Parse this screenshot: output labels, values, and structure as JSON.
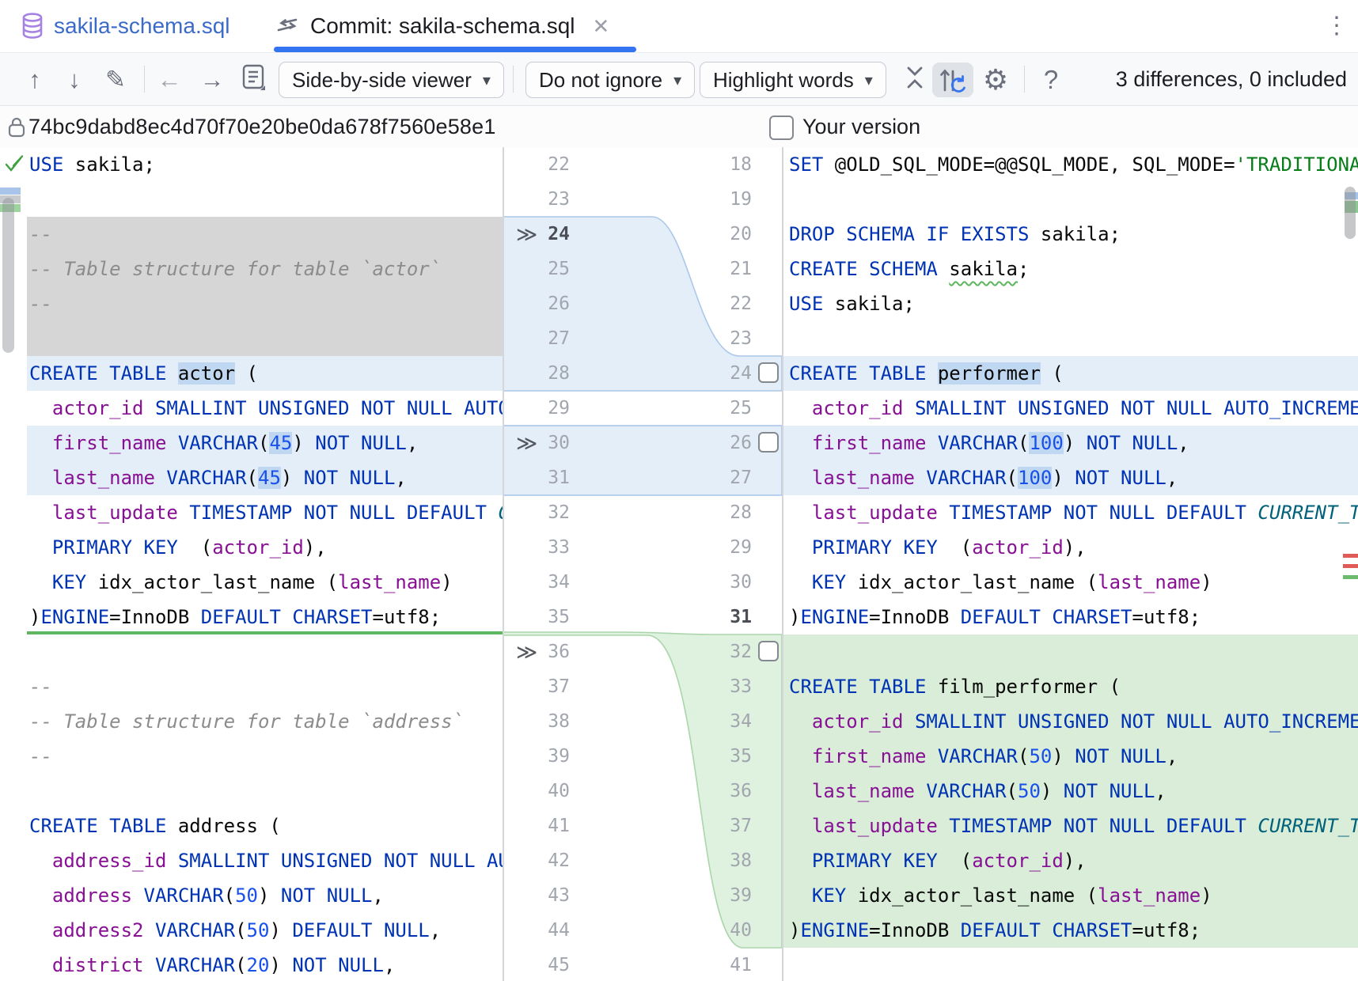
{
  "colors": {
    "accent": "#3574F0",
    "diff_modified_bg": "#E4EEF9",
    "diff_added_bg": "#D9EDD9",
    "diff_deleted_bg": "#D6D6D6",
    "diff_word_highlight": "#BFD7F0",
    "keyword": "#0033B3",
    "identifier": "#871094",
    "string": "#067D17",
    "comment": "#8C8C8C"
  },
  "tabs": {
    "file_tab": {
      "label": "sakila-schema.sql",
      "icon": "database-icon"
    },
    "commit_tab": {
      "label": "Commit: sakila-schema.sql",
      "icon": "diff-arrows-icon",
      "close": "✕",
      "active": true
    },
    "more_menu": "⋮"
  },
  "toolbar": {
    "up_icon": "↑",
    "down_icon": "↓",
    "edit_icon": "✎",
    "back_icon": "←",
    "forward_icon": "→",
    "viewer_dropdown": "Side-by-side viewer",
    "ignore_dropdown": "Do not ignore",
    "highlight_dropdown": "Highlight words",
    "caret": "▾",
    "help_icon": "?",
    "gear_icon": "⚙",
    "diff_summary": "3 differences, 0 included"
  },
  "header": {
    "revision_hash": "74bc9dabd8ec4d70f70e20be0da678f7560e58e1",
    "your_version_label": "Your version",
    "your_version_checked": false
  },
  "diff": {
    "left_first_line": 22,
    "right_first_line": 18,
    "marker_glyph": "≫",
    "rows": [
      {
        "ln": "22",
        "rn": "18",
        "lb": "",
        "rb": "",
        "check_icon": true,
        "error_badge": true,
        "ls": [
          [
            "kw",
            "USE"
          ],
          [
            "pl",
            " sakila;"
          ]
        ],
        "rs": [
          [
            "kw",
            "SET"
          ],
          [
            "pl",
            " @OLD_SQL_MODE=@@SQL_MODE, SQL_MODE="
          ],
          [
            "str",
            "'TRADITIONAL';"
          ]
        ]
      },
      {
        "ln": "23",
        "rn": "19",
        "lb": "",
        "rb": "",
        "ls": [],
        "rs": []
      },
      {
        "ln": "24",
        "rn": "20",
        "lb": "del",
        "rb": "",
        "mk": true,
        "lnb": true,
        "ls": [
          [
            "com",
            "--"
          ]
        ],
        "rs": [
          [
            "kw",
            "DROP SCHEMA IF EXISTS"
          ],
          [
            "pl",
            " sakila;"
          ]
        ]
      },
      {
        "ln": "25",
        "rn": "21",
        "lb": "del",
        "rb": "",
        "ls": [
          [
            "com",
            "-- Table structure for table `actor`"
          ]
        ],
        "rs": [
          [
            "kw",
            "CREATE SCHEMA"
          ],
          [
            "pl",
            " "
          ],
          [
            "pl sq",
            "sakila"
          ],
          [
            "pl",
            ";"
          ]
        ]
      },
      {
        "ln": "26",
        "rn": "22",
        "lb": "del",
        "rb": "",
        "ls": [
          [
            "com",
            "--"
          ]
        ],
        "rs": [
          [
            "kw",
            "USE"
          ],
          [
            "pl",
            " sakila;"
          ]
        ]
      },
      {
        "ln": "27",
        "rn": "23",
        "lb": "del",
        "rb": "",
        "ls": [],
        "rs": []
      },
      {
        "ln": "28",
        "rn": "24",
        "lb": "mod",
        "rb": "mod",
        "cb": true,
        "ls": [
          [
            "kw",
            "CREATE TABLE"
          ],
          [
            "pl",
            " "
          ],
          [
            "pl hl",
            "actor"
          ],
          [
            "pl",
            " ("
          ]
        ],
        "rs": [
          [
            "kw",
            "CREATE TABLE"
          ],
          [
            "pl",
            " "
          ],
          [
            "pl hl",
            "performer"
          ],
          [
            "pl",
            " ("
          ]
        ]
      },
      {
        "ln": "29",
        "rn": "25",
        "lb": "",
        "rb": "",
        "ls": [
          [
            "id",
            "  actor_id"
          ],
          [
            "kw",
            " SMALLINT UNSIGNED NOT NULL AUTO_INCREMENT"
          ],
          [
            "pl",
            ","
          ]
        ],
        "rs": [
          [
            "id",
            "  actor_id"
          ],
          [
            "kw",
            " SMALLINT UNSIGNED NOT NULL AUTO_INCREMENT"
          ],
          [
            "pl",
            ","
          ]
        ]
      },
      {
        "ln": "30",
        "rn": "26",
        "lb": "mod",
        "rb": "mod",
        "mk": true,
        "cb": true,
        "ls": [
          [
            "id",
            "  first_name"
          ],
          [
            "kw",
            " VARCHAR"
          ],
          [
            "pl",
            "("
          ],
          [
            "num hl",
            "45"
          ],
          [
            "pl",
            ")"
          ],
          [
            "kw",
            " NOT NULL"
          ],
          [
            "pl",
            ","
          ]
        ],
        "rs": [
          [
            "id",
            "  first_name"
          ],
          [
            "kw",
            " VARCHAR"
          ],
          [
            "pl",
            "("
          ],
          [
            "num hl",
            "100"
          ],
          [
            "pl",
            ")"
          ],
          [
            "kw",
            " NOT NULL"
          ],
          [
            "pl",
            ","
          ]
        ]
      },
      {
        "ln": "31",
        "rn": "27",
        "lb": "mod",
        "rb": "mod",
        "ls": [
          [
            "id",
            "  last_name"
          ],
          [
            "kw",
            " VARCHAR"
          ],
          [
            "pl",
            "("
          ],
          [
            "num hl",
            "45"
          ],
          [
            "pl",
            ")"
          ],
          [
            "kw",
            " NOT NULL"
          ],
          [
            "pl",
            ","
          ]
        ],
        "rs": [
          [
            "id",
            "  last_name"
          ],
          [
            "kw",
            " VARCHAR"
          ],
          [
            "pl",
            "("
          ],
          [
            "num hl",
            "100"
          ],
          [
            "pl",
            ")"
          ],
          [
            "kw",
            " NOT NULL"
          ],
          [
            "pl",
            ","
          ]
        ]
      },
      {
        "ln": "32",
        "rn": "28",
        "lb": "",
        "rb": "",
        "ls": [
          [
            "id",
            "  last_update"
          ],
          [
            "kw",
            " TIMESTAMP NOT NULL DEFAULT"
          ],
          [
            "fn",
            " CURRENT_TIMESTAMP"
          ],
          [
            "pl",
            ","
          ]
        ],
        "rs": [
          [
            "id",
            "  last_update"
          ],
          [
            "kw",
            " TIMESTAMP NOT NULL DEFAULT"
          ],
          [
            "fn",
            " CURRENT_TIMESTAMP"
          ],
          [
            "pl",
            ","
          ]
        ]
      },
      {
        "ln": "33",
        "rn": "29",
        "lb": "",
        "rb": "",
        "ls": [
          [
            "kw",
            "  PRIMARY KEY"
          ],
          [
            "pl",
            "  ("
          ],
          [
            "id",
            "actor_id"
          ],
          [
            "pl",
            "),"
          ]
        ],
        "rs": [
          [
            "kw",
            "  PRIMARY KEY"
          ],
          [
            "pl",
            "  ("
          ],
          [
            "id",
            "actor_id"
          ],
          [
            "pl",
            "),"
          ]
        ]
      },
      {
        "ln": "34",
        "rn": "30",
        "lb": "",
        "rb": "",
        "ls": [
          [
            "kw",
            "  KEY"
          ],
          [
            "pl",
            " idx_actor_last_name ("
          ],
          [
            "id",
            "last_name"
          ],
          [
            "pl",
            ")"
          ]
        ],
        "rs": [
          [
            "kw",
            "  KEY"
          ],
          [
            "pl",
            " idx_actor_last_name ("
          ],
          [
            "id",
            "last_name"
          ],
          [
            "pl",
            ")"
          ]
        ]
      },
      {
        "ln": "35",
        "rn": "31",
        "lb": "",
        "rb": "",
        "rnb": true,
        "insert_line_below_left": true,
        "ls": [
          [
            "pl",
            ")"
          ],
          [
            "kw",
            "ENGINE"
          ],
          [
            "pl",
            "=InnoDB "
          ],
          [
            "kw",
            "DEFAULT CHARSET"
          ],
          [
            "pl",
            "=utf8;"
          ]
        ],
        "rs": [
          [
            "pl",
            ")"
          ],
          [
            "kw",
            "ENGINE"
          ],
          [
            "pl",
            "=InnoDB "
          ],
          [
            "kw",
            "DEFAULT CHARSET"
          ],
          [
            "pl",
            "=utf8;"
          ]
        ]
      },
      {
        "ln": "36",
        "rn": "32",
        "lb": "",
        "rb": "add",
        "mk": true,
        "cb": true,
        "ls": [],
        "rs": []
      },
      {
        "ln": "37",
        "rn": "33",
        "lb": "",
        "rb": "add",
        "ls": [
          [
            "com",
            "--"
          ]
        ],
        "rs": [
          [
            "kw",
            "CREATE TABLE"
          ],
          [
            "pl",
            " film_performer ("
          ]
        ]
      },
      {
        "ln": "38",
        "rn": "34",
        "lb": "",
        "rb": "add",
        "ls": [
          [
            "com",
            "-- Table structure for table `address`"
          ]
        ],
        "rs": [
          [
            "id",
            "  actor_id"
          ],
          [
            "kw",
            " SMALLINT UNSIGNED NOT NULL AUTO_INCREMENT"
          ],
          [
            "pl",
            ","
          ]
        ]
      },
      {
        "ln": "39",
        "rn": "35",
        "lb": "",
        "rb": "add",
        "ls": [
          [
            "com",
            "--"
          ]
        ],
        "rs": [
          [
            "id",
            "  first_name"
          ],
          [
            "kw",
            " VARCHAR"
          ],
          [
            "pl",
            "("
          ],
          [
            "num",
            "50"
          ],
          [
            "pl",
            ")"
          ],
          [
            "kw",
            " NOT NULL"
          ],
          [
            "pl",
            ","
          ]
        ]
      },
      {
        "ln": "40",
        "rn": "36",
        "lb": "",
        "rb": "add",
        "ls": [],
        "rs": [
          [
            "id",
            "  last_name"
          ],
          [
            "kw",
            " VARCHAR"
          ],
          [
            "pl",
            "("
          ],
          [
            "num",
            "50"
          ],
          [
            "pl",
            ")"
          ],
          [
            "kw",
            " NOT NULL"
          ],
          [
            "pl",
            ","
          ]
        ]
      },
      {
        "ln": "41",
        "rn": "37",
        "lb": "",
        "rb": "add",
        "ls": [
          [
            "kw",
            "CREATE TABLE"
          ],
          [
            "pl",
            " address ("
          ]
        ],
        "rs": [
          [
            "id",
            "  last_update"
          ],
          [
            "kw",
            " TIMESTAMP NOT NULL DEFAULT"
          ],
          [
            "fn",
            " CURRENT_TIMESTAMP"
          ],
          [
            "pl",
            ","
          ]
        ]
      },
      {
        "ln": "42",
        "rn": "38",
        "lb": "",
        "rb": "add",
        "ls": [
          [
            "id",
            "  address_id"
          ],
          [
            "kw",
            " SMALLINT UNSIGNED NOT NULL AUTO_INCREMENT"
          ],
          [
            "pl",
            ","
          ]
        ],
        "rs": [
          [
            "kw",
            "  PRIMARY KEY"
          ],
          [
            "pl",
            "  ("
          ],
          [
            "id",
            "actor_id"
          ],
          [
            "pl",
            "),"
          ]
        ]
      },
      {
        "ln": "43",
        "rn": "39",
        "lb": "",
        "rb": "add",
        "ls": [
          [
            "id",
            "  address"
          ],
          [
            "kw",
            " VARCHAR"
          ],
          [
            "pl",
            "("
          ],
          [
            "num",
            "50"
          ],
          [
            "pl",
            ")"
          ],
          [
            "kw",
            " NOT NULL"
          ],
          [
            "pl",
            ","
          ]
        ],
        "rs": [
          [
            "kw",
            "  KEY"
          ],
          [
            "pl",
            " idx_actor_last_name ("
          ],
          [
            "id",
            "last_name"
          ],
          [
            "pl",
            ")"
          ]
        ]
      },
      {
        "ln": "44",
        "rn": "40",
        "lb": "",
        "rb": "add",
        "ls": [
          [
            "id",
            "  address2"
          ],
          [
            "kw",
            " VARCHAR"
          ],
          [
            "pl",
            "("
          ],
          [
            "num",
            "50"
          ],
          [
            "pl",
            ")"
          ],
          [
            "kw",
            " DEFAULT NULL"
          ],
          [
            "pl",
            ","
          ]
        ],
        "rs": [
          [
            "pl",
            ")"
          ],
          [
            "kw",
            "ENGINE"
          ],
          [
            "pl",
            "=InnoDB "
          ],
          [
            "kw",
            "DEFAULT CHARSET"
          ],
          [
            "pl",
            "=utf8;"
          ]
        ]
      },
      {
        "ln": "45",
        "rn": "41",
        "lb": "",
        "rb": "",
        "ls": [
          [
            "id",
            "  district"
          ],
          [
            "kw",
            " VARCHAR"
          ],
          [
            "pl",
            "("
          ],
          [
            "num",
            "20"
          ],
          [
            "pl",
            ")"
          ],
          [
            "kw",
            " NOT NULL"
          ],
          [
            "pl",
            ","
          ]
        ],
        "rs": []
      }
    ]
  }
}
